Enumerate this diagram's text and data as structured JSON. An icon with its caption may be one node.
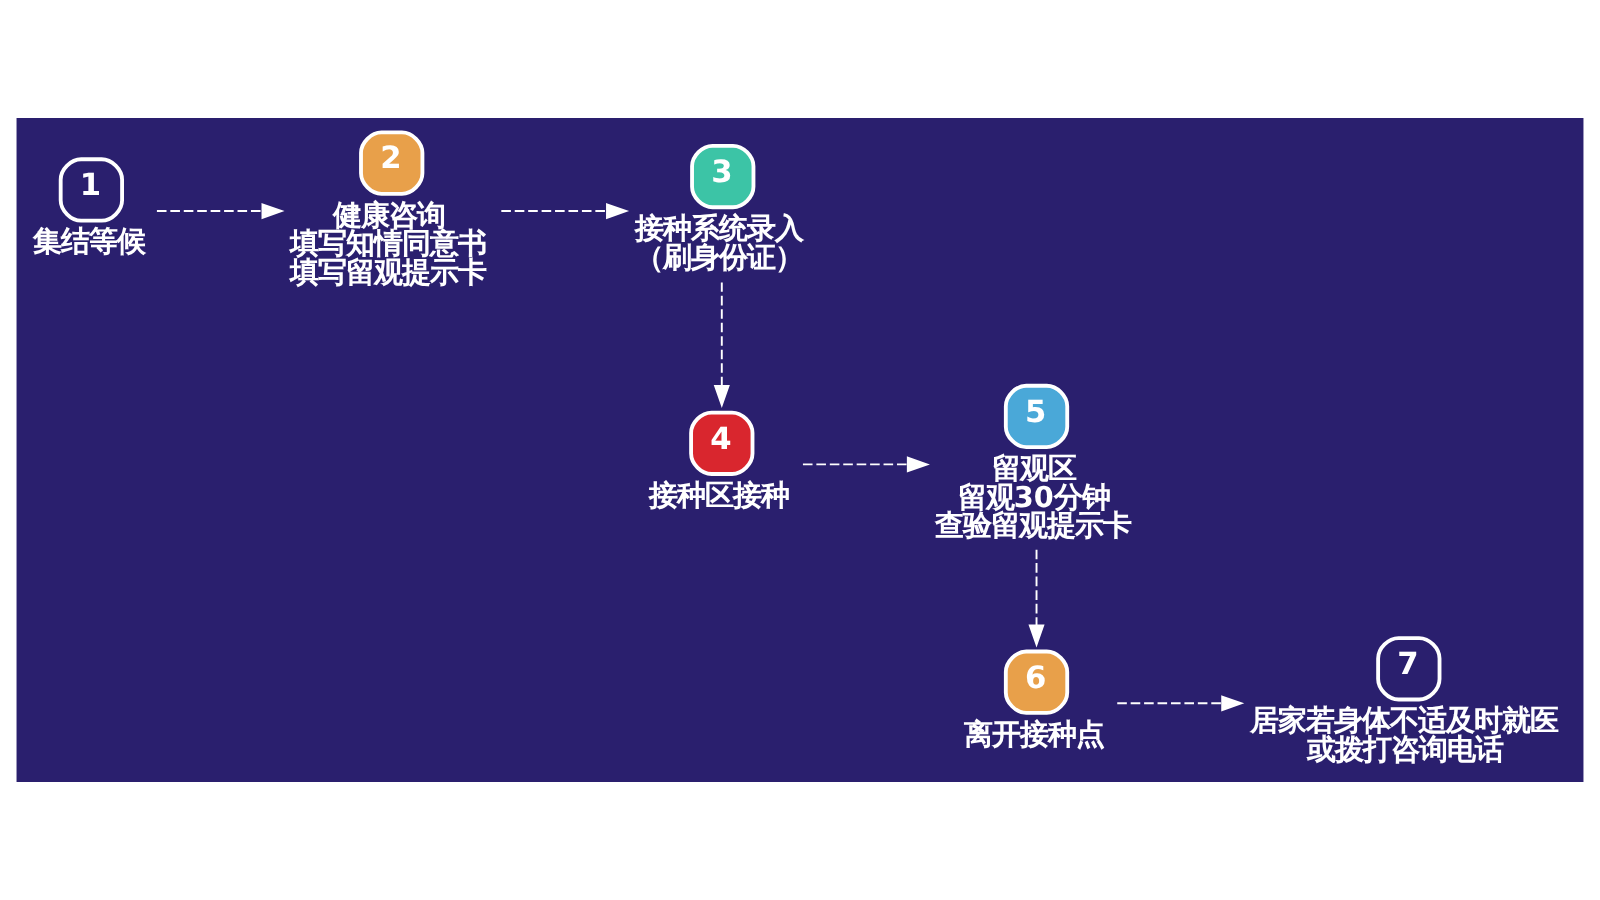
{
  "diagram": {
    "nodes": [
      {
        "text": [
          "1"
        ],
        "beside": [
          "集结等候"
        ]
      },
      {
        "text": [
          "2"
        ],
        "beside": [
          "健康咨询",
          "填写知情同意书",
          "填写留观提示卡"
        ]
      },
      {
        "text": [
          "3"
        ],
        "beside": [
          "接种系统录入",
          "（刷身份证）"
        ]
      },
      {
        "text": [
          "4"
        ],
        "beside": [
          "接种区接种"
        ]
      },
      {
        "text": [
          "5"
        ],
        "beside": [
          "留观区",
          "留观30分钟",
          "查验留观提示卡"
        ]
      },
      {
        "text": [
          "6"
        ],
        "beside": [
          "离开接种点"
        ]
      },
      {
        "text": [
          "7"
        ],
        "beside": [
          "居家若身体不适及时就医",
          "或拨打咨询电话"
        ]
      }
    ],
    "edges": [
      {
        "from": 0,
        "to": 1,
        "arrow": "to",
        "style": "dashed"
      },
      {
        "from": 1,
        "to": 2,
        "arrow": "to",
        "style": "dashed"
      },
      {
        "from": 2,
        "to": 3,
        "arrow": "to",
        "style": "dashed"
      },
      {
        "from": 3,
        "to": 4,
        "arrow": "to",
        "style": "dashed"
      },
      {
        "from": 4,
        "to": 5,
        "arrow": "to",
        "style": "dashed"
      },
      {
        "from": 5,
        "to": 6,
        "arrow": "to",
        "style": "dashed"
      }
    ]
  }
}
